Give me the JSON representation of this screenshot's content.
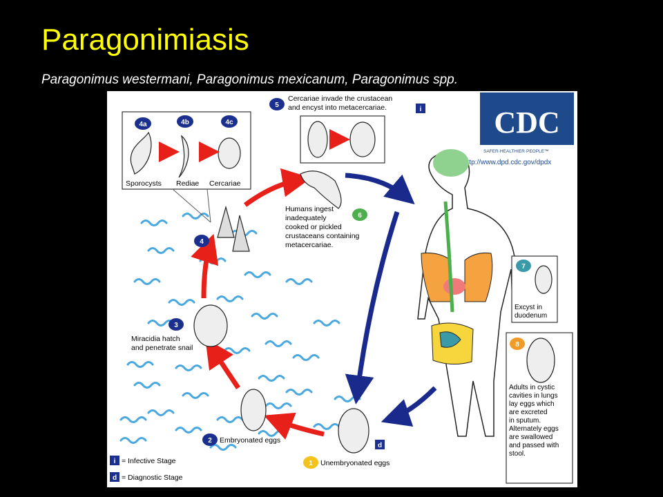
{
  "slide": {
    "title": "Paragonimiasis",
    "subtitle": "Paragonimus westermani, Paragonimus mexicanum, Paragonimus spp."
  },
  "diagram": {
    "stage1": {
      "number": "1",
      "label": "Unembryonated eggs",
      "badge": "d"
    },
    "stage2": {
      "number": "2",
      "label": "Embryonated eggs"
    },
    "stage3": {
      "number": "3",
      "label_line1": "Miracidia hatch",
      "label_line2": "and penetrate snail"
    },
    "stage4": {
      "number": "4"
    },
    "stage4a": {
      "number": "4a",
      "label": "Sporocysts"
    },
    "stage4b": {
      "number": "4b",
      "label": "Rediae"
    },
    "stage4c": {
      "number": "4c",
      "label": "Cercariae"
    },
    "stage5": {
      "number": "5",
      "label_line1": "Cercariae invade the crustacean",
      "label_line2": "and encyst into metacercariae.",
      "badge": "i"
    },
    "stage6": {
      "number": "6",
      "lines": [
        "Humans ingest",
        "inadequately",
        "cooked or pickled",
        "crustaceans containing",
        "metacercariae."
      ]
    },
    "stage7": {
      "number": "7",
      "label_line1": "Excyst in",
      "label_line2": "duodenum"
    },
    "stage8": {
      "number": "8",
      "lines": [
        "Adults in cystic",
        "cavities in lungs",
        "lay eggs which",
        "are excreted",
        "in sputum.",
        "Alternately eggs",
        "are swallowed",
        "and passed with",
        "stool."
      ]
    },
    "legend": {
      "infective_badge": "i",
      "infective_label": "= Infective Stage",
      "diagnostic_badge": "d",
      "diagnostic_label": "= Diagnostic Stage"
    },
    "logo": {
      "text": "CDC",
      "tagline": "SAFER·HEALTHIER·PEOPLE™",
      "url": "http://www.dpd.cdc.gov/dpdx"
    },
    "colors": {
      "red_arrow": "#e8201a",
      "blue_arrow": "#1a2a8c",
      "badge_blue": "#1b2f8f",
      "stage1_yellow": "#f3c21b",
      "stage6_green": "#4cae4c",
      "stage7_teal": "#3b9aa8",
      "stage8_orange": "#f29a28",
      "water": "#4aa8e0",
      "lungs": "#f5a340",
      "brain": "#8fd18f",
      "intestine": "#f6d63c"
    }
  }
}
